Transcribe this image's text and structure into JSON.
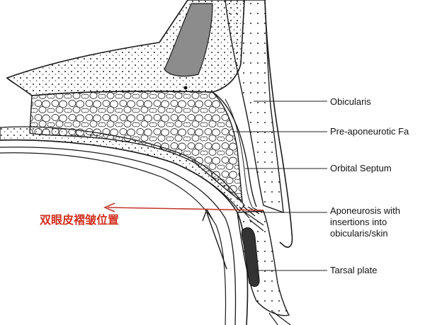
{
  "labels": {
    "orbicularis": "Obicularis",
    "fat": "Pre-aponeurotic Fa",
    "septum": "Orbital Septum",
    "aponeurosis": "Aponeurosis with\ninsertions into\nobicularis/skin",
    "tarsal": "Tarsal plate"
  },
  "annotation": {
    "text": "双眼皮褶皱位置",
    "color": "#d1301f"
  },
  "colors": {
    "ink": "#1a1a1a",
    "bone_fill": "#f2f2f2",
    "bone_marrow": "#8c8c8c",
    "tarsal_fill": "#333333",
    "arrow_red": "#c0392b"
  }
}
